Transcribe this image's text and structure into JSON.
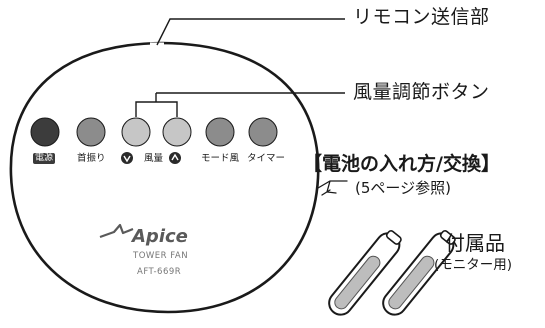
{
  "callouts": {
    "remote_transmitter": "リモコン送信部",
    "airflow_buttons": "風量調節ボタン"
  },
  "battery_section": {
    "title": "【電池の入れ方/交換】",
    "reference": "(5ページ参照)"
  },
  "accessory": {
    "title": "付属品",
    "subtitle": "(モニター用)"
  },
  "remote": {
    "buttons": [
      {
        "label": "電源"
      },
      {
        "label": "首振り"
      },
      {
        "label": "風量"
      },
      {
        "label": "モード風"
      },
      {
        "label": "タイマー"
      }
    ],
    "brand": "Apice",
    "product_line": "TOWER FAN",
    "model": "AFT-669R"
  },
  "colors": {
    "outline": "#1a1a1a",
    "button_dark": "#3c3c3c",
    "button_mid": "#8c8c8c",
    "button_light": "#c6c6c6",
    "battery_fill": "#bdbdbd"
  }
}
